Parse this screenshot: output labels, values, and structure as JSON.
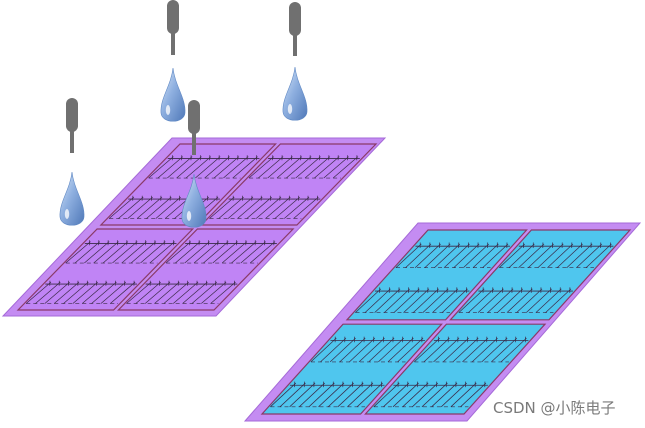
{
  "watermark": "CSDN @小陈电子",
  "colors": {
    "frame": "#c48cf2",
    "frame_edge": "#a56ad8",
    "left_cell_fill": "#c084f5",
    "right_cell_fill": "#4fc6ee",
    "cell_border": "#8a3a68",
    "circuit": "#3a2a48",
    "dropper": "#707070",
    "drop_light": "#cfe1f5",
    "drop_dark": "#5f88c4"
  },
  "panels": [
    {
      "name": "panel-wet",
      "droppers": 4,
      "cells": 4
    },
    {
      "name": "panel-dry",
      "droppers": 0,
      "cells": 4
    }
  ]
}
